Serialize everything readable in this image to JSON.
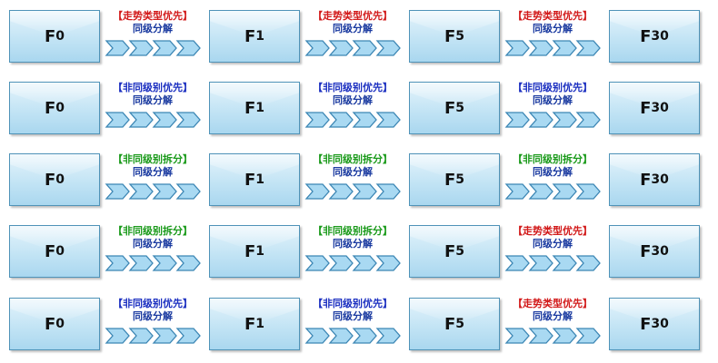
{
  "rows": [
    {
      "nodes": [
        {
          "letter": "F",
          "num": "0"
        },
        {
          "letter": "F",
          "num": "1"
        },
        {
          "letter": "F",
          "num": "5"
        },
        {
          "letter": "F",
          "num": "30"
        }
      ],
      "connectors": [
        {
          "label": "【走势类型优先】",
          "sub": "同级分解",
          "color": "#d21a1a"
        },
        {
          "label": "【走势类型优先】",
          "sub": "同级分解",
          "color": "#d21a1a"
        },
        {
          "label": "【走势类型优先】",
          "sub": "同级分解",
          "color": "#d21a1a"
        }
      ]
    },
    {
      "nodes": [
        {
          "letter": "F",
          "num": "0"
        },
        {
          "letter": "F",
          "num": "1"
        },
        {
          "letter": "F",
          "num": "5"
        },
        {
          "letter": "F",
          "num": "30"
        }
      ],
      "connectors": [
        {
          "label": "【非同级别优先】",
          "sub": "同级分解",
          "color": "#1a2ec0"
        },
        {
          "label": "【非同级别优先】",
          "sub": "同级分解",
          "color": "#1a2ec0"
        },
        {
          "label": "【非同级别优先】",
          "sub": "同级分解",
          "color": "#1a2ec0"
        }
      ]
    },
    {
      "nodes": [
        {
          "letter": "F",
          "num": "0"
        },
        {
          "letter": "F",
          "num": "1"
        },
        {
          "letter": "F",
          "num": "5"
        },
        {
          "letter": "F",
          "num": "30"
        }
      ],
      "connectors": [
        {
          "label": "【非同级别拆分】",
          "sub": "同级分解",
          "color": "#1a9a1a"
        },
        {
          "label": "【非同级别拆分】",
          "sub": "同级分解",
          "color": "#1a9a1a"
        },
        {
          "label": "【非同级别拆分】",
          "sub": "同级分解",
          "color": "#1a9a1a"
        }
      ]
    },
    {
      "nodes": [
        {
          "letter": "F",
          "num": "0"
        },
        {
          "letter": "F",
          "num": "1"
        },
        {
          "letter": "F",
          "num": "5"
        },
        {
          "letter": "F",
          "num": "30"
        }
      ],
      "connectors": [
        {
          "label": "【非同级别拆分】",
          "sub": "同级分解",
          "color": "#1a9a1a"
        },
        {
          "label": "【非同级别拆分】",
          "sub": "同级分解",
          "color": "#1a9a1a"
        },
        {
          "label": "【走势类型优先】",
          "sub": "同级分解",
          "color": "#d21a1a"
        }
      ]
    },
    {
      "nodes": [
        {
          "letter": "F",
          "num": "0"
        },
        {
          "letter": "F",
          "num": "1"
        },
        {
          "letter": "F",
          "num": "5"
        },
        {
          "letter": "F",
          "num": "30"
        }
      ],
      "connectors": [
        {
          "label": "【非同级别优先】",
          "sub": "同级分解",
          "color": "#1a2ec0"
        },
        {
          "label": "【非同级别优先】",
          "sub": "同级分解",
          "color": "#1a2ec0"
        },
        {
          "label": "【走势类型优先】",
          "sub": "同级分解",
          "color": "#d21a1a"
        }
      ]
    }
  ],
  "style": {
    "arrow_fill": "#a9d9f2",
    "arrow_stroke": "#3c86b4",
    "node_border": "#4f93b8"
  }
}
